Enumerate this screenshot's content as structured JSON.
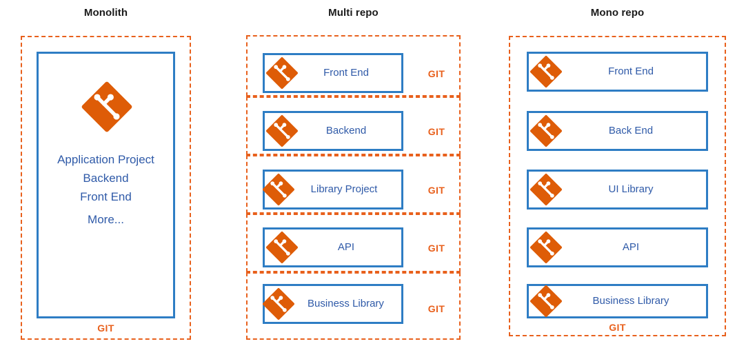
{
  "diagram": {
    "title_monolith": "Monolith",
    "title_multirepo": "Multi repo",
    "title_monorepo": "Mono repo",
    "git_label": "GIT",
    "icon": "git-logo-icon",
    "colors": {
      "orange": "#e8601c",
      "blue_border": "#2e7dc4",
      "blue_text": "#2f5aa8",
      "title_text": "#1a1a1a",
      "background": "#ffffff"
    }
  },
  "monolith": {
    "title": "Monolith",
    "git_label": "GIT",
    "lines": [
      "Application Project",
      "Backend",
      "Front End"
    ],
    "more": "More..."
  },
  "multirepo": {
    "title": "Multi repo",
    "rows": [
      {
        "label": "Front End",
        "git_label": "GIT"
      },
      {
        "label": "Backend",
        "git_label": "GIT"
      },
      {
        "label": "Library Project",
        "git_label": "GIT"
      },
      {
        "label": "API",
        "git_label": "GIT"
      },
      {
        "label": "Business Library",
        "git_label": "GIT"
      }
    ]
  },
  "monorepo": {
    "title": "Mono repo",
    "git_label": "GIT",
    "rows": [
      {
        "label": "Front End"
      },
      {
        "label": "Back End"
      },
      {
        "label": "UI Library"
      },
      {
        "label": "API"
      },
      {
        "label": "Business Library"
      }
    ]
  }
}
